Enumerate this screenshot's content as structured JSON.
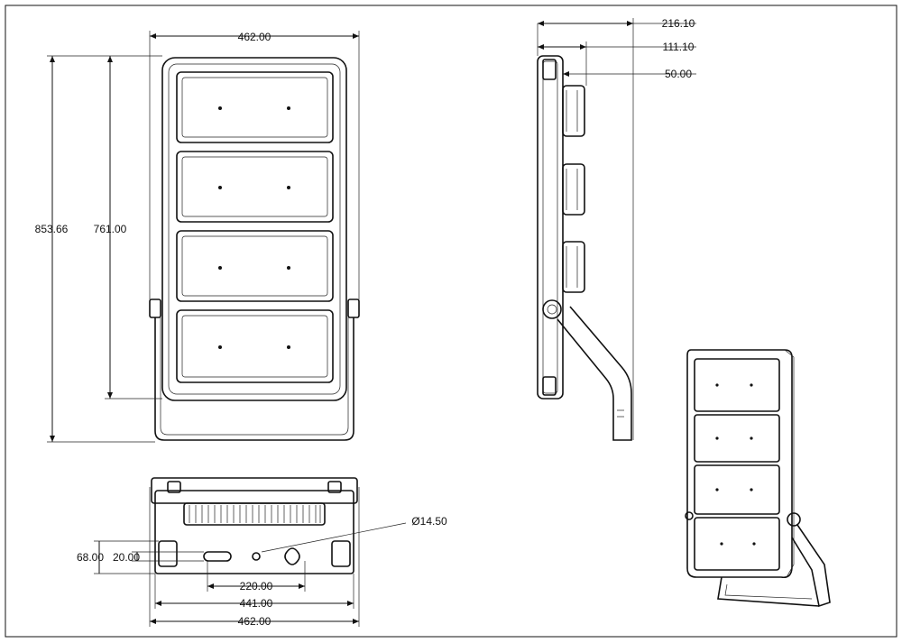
{
  "drawing": {
    "front": {
      "width_label": "462.00",
      "height_total_label": "853.66",
      "height_body_label": "761.00"
    },
    "side": {
      "depth_total_label": "216.10",
      "depth_mid_label": "111.10",
      "depth_front_label": "50.00"
    },
    "bottom": {
      "hole_label": "Ø14.50",
      "offset_a_label": "68.00",
      "offset_b_label": "20.00",
      "hole_spacing_label": "220.00",
      "inner_width_label": "441.00",
      "outer_width_label": "462.00"
    }
  },
  "colors": {
    "line": "#111111",
    "background": "#ffffff"
  }
}
